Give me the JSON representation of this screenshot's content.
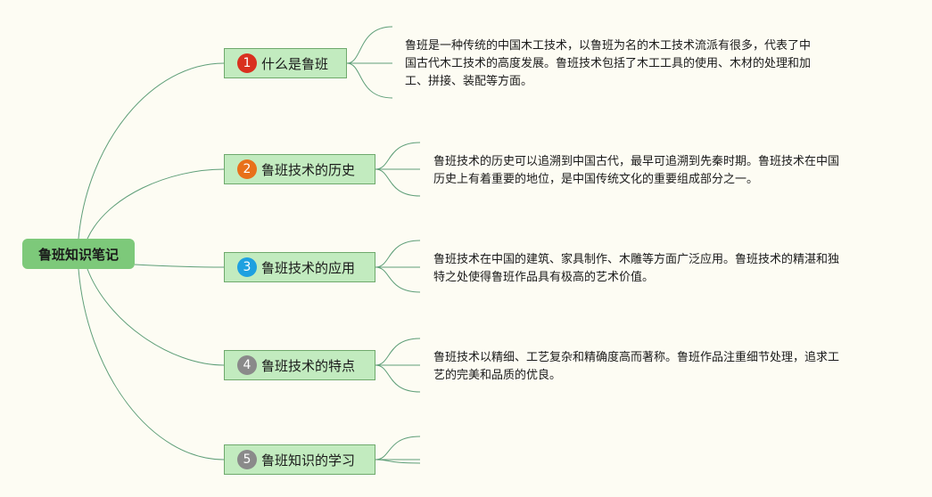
{
  "root": {
    "label": "鲁班知识笔记"
  },
  "topics": [
    {
      "number": "1",
      "label": "什么是鲁班",
      "badge_color": "#d9301f",
      "lines": [
        "鲁班是一种传统的中国木工技术，以鲁班为名的木工技术流派有很多，代表了中",
        "国古代木工技术的高度发展。鲁班技术包括了木工工具的使用、木材的处理和加",
        "工、拼接、装配等方面。"
      ]
    },
    {
      "number": "2",
      "label": "鲁班技术的历史",
      "badge_color": "#e8701a",
      "lines": [
        "鲁班技术的历史可以追溯到中国古代，最早可追溯到先秦时期。鲁班技术在中国",
        "历史上有着重要的地位，是中国传统文化的重要组成部分之一。"
      ]
    },
    {
      "number": "3",
      "label": "鲁班技术的应用",
      "badge_color": "#1ea0e0",
      "lines": [
        "鲁班技术在中国的建筑、家具制作、木雕等方面广泛应用。鲁班技术的精湛和独",
        "特之处使得鲁班作品具有极高的艺术价值。"
      ]
    },
    {
      "number": "4",
      "label": "鲁班技术的特点",
      "badge_color": "#8a8a8a",
      "lines": [
        "鲁班技术以精细、工艺复杂和精确度高而著称。鲁班作品注重细节处理，追求工",
        "艺的完美和品质的优良。"
      ]
    },
    {
      "number": "5",
      "label": "鲁班知识的学习",
      "badge_color": "#8a8a8a",
      "lines": []
    }
  ],
  "colors": {
    "root_fill": "#7dc97a",
    "topic_fill": "#c2ebbf",
    "topic_border": "#6fa96c",
    "link": "#5e9e78"
  }
}
